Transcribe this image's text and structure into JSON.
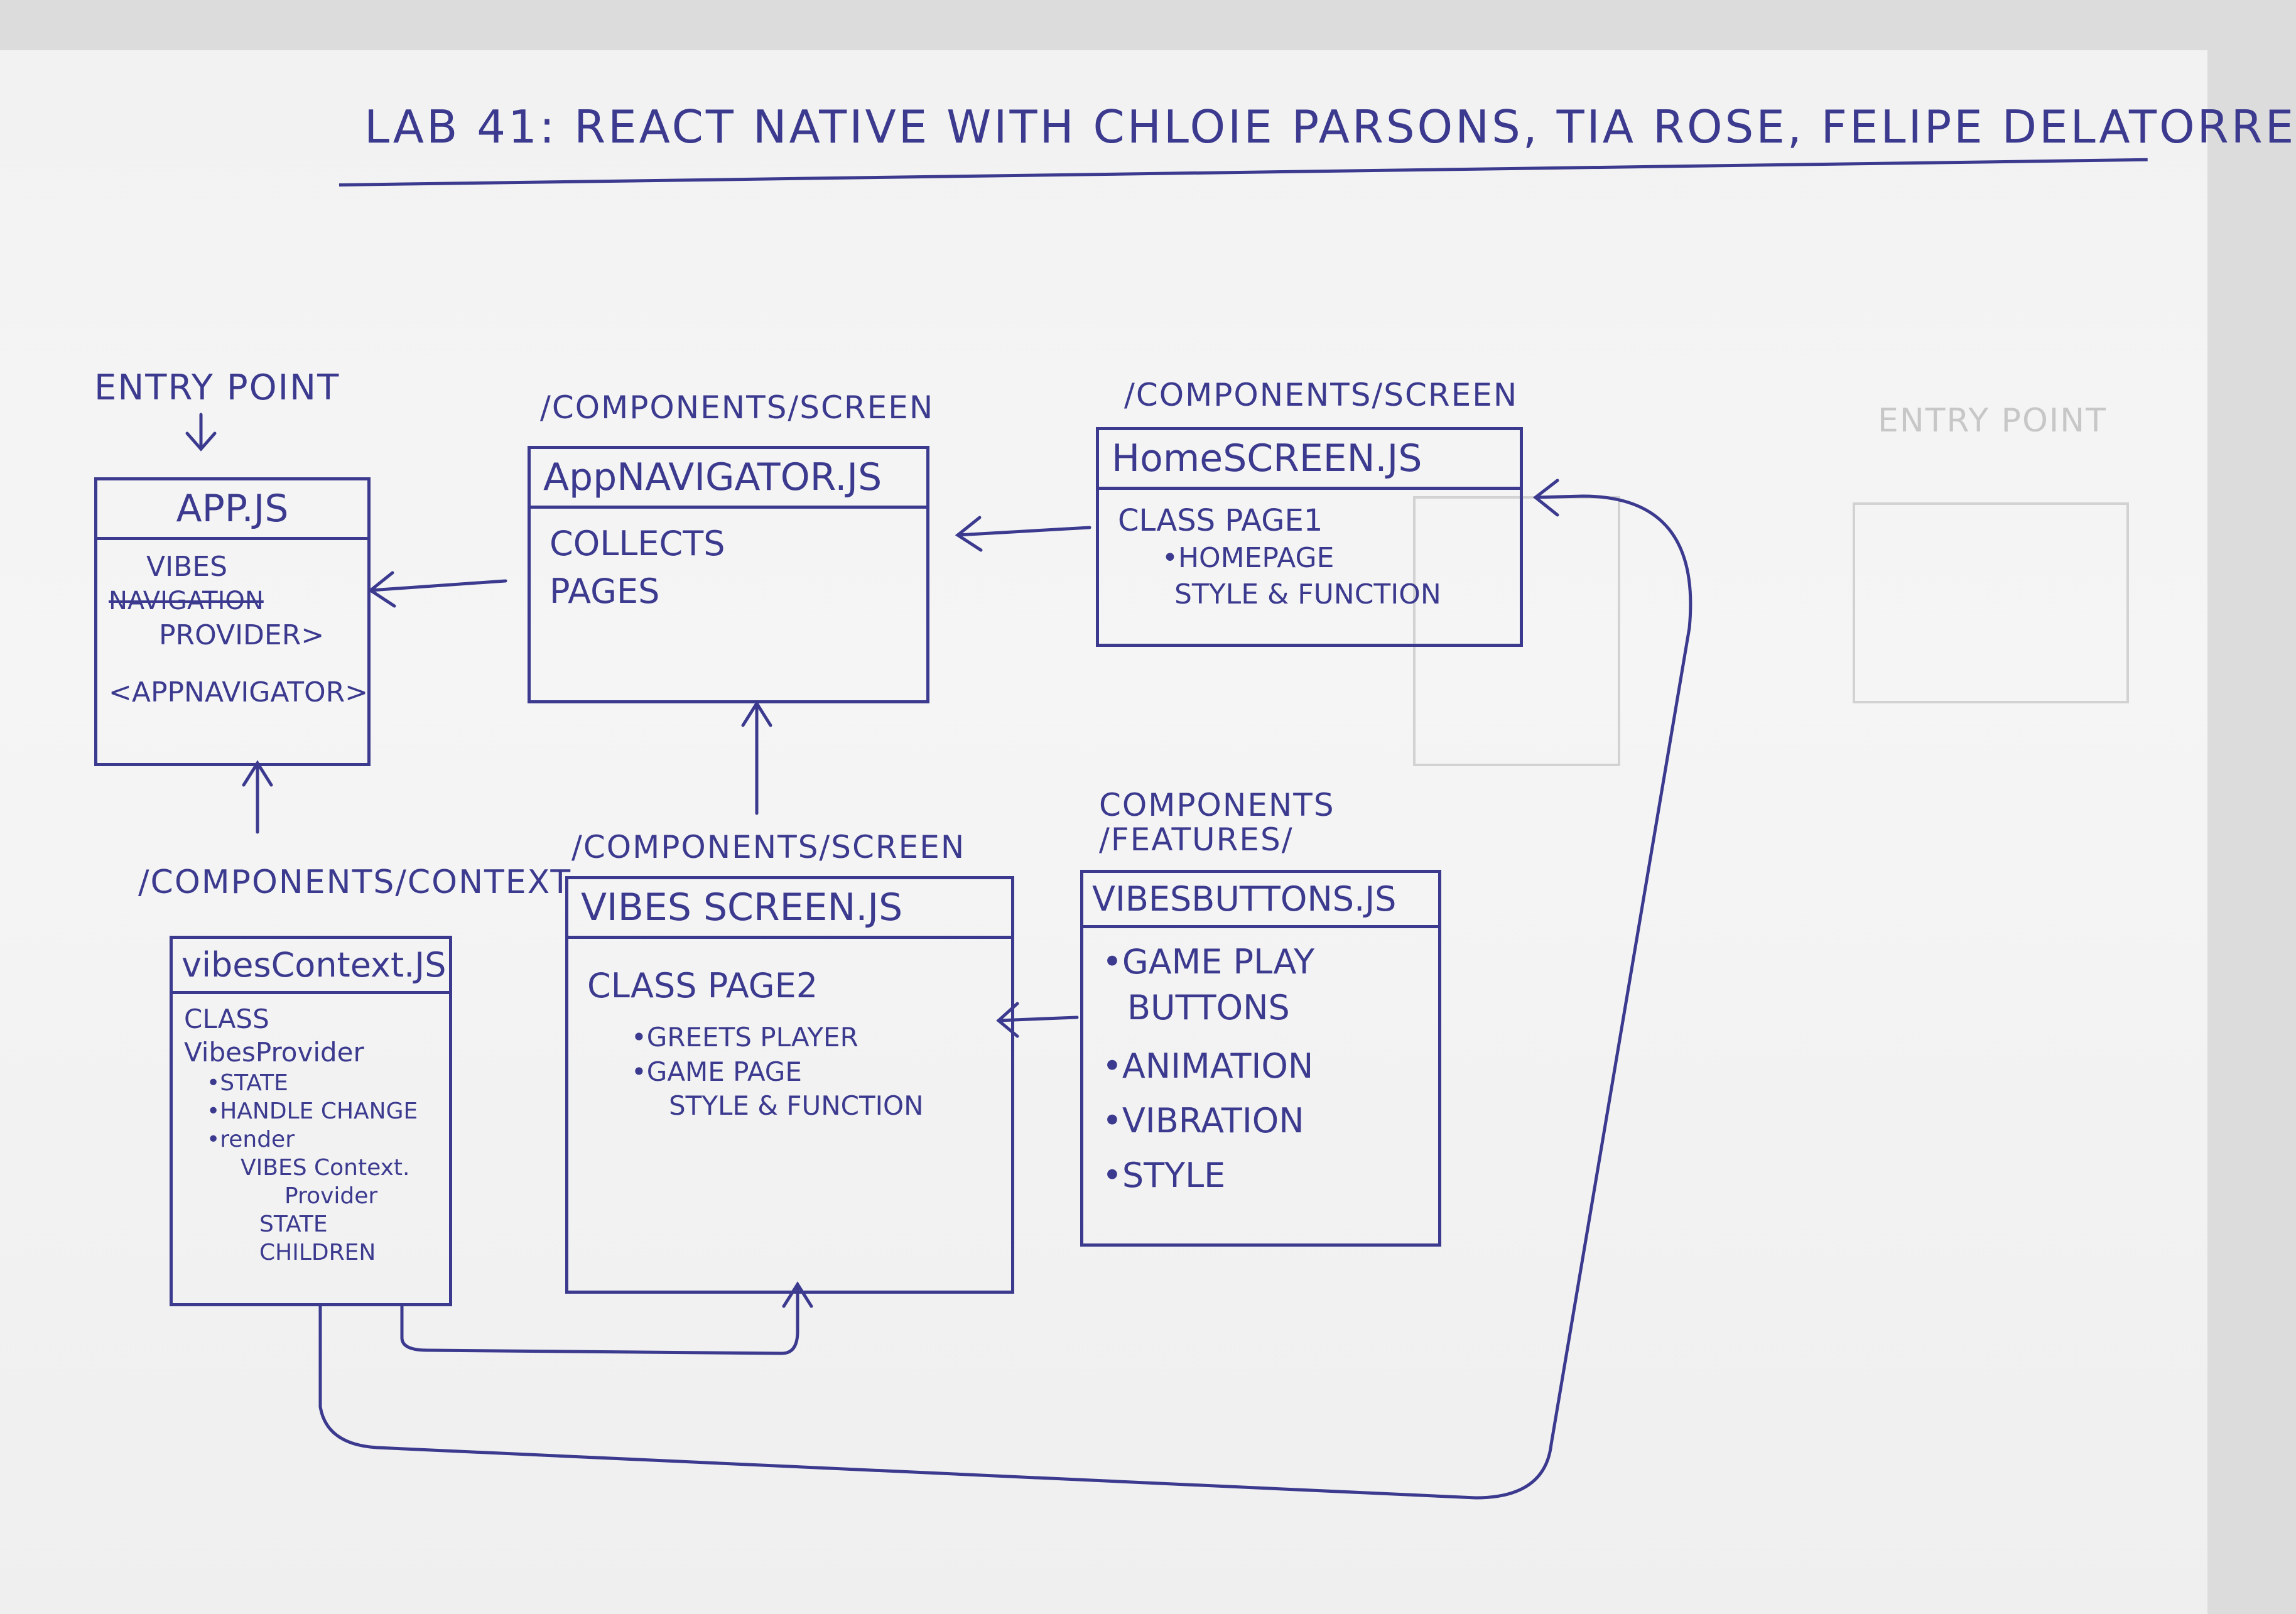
{
  "title": "LAB 41: REACT NATIVE   WITH CHLOIE PARSONS, TIA ROSE, FELIPE DELATORRE",
  "ink_color": "#3b3a8f",
  "entry_point_label": "ENTRY POINT",
  "nodes": {
    "app": {
      "file": "APP.JS",
      "lines": [
        "VIBES",
        "NAVIGATION",
        "PROVIDER>",
        "<APPNAVIGATOR>"
      ]
    },
    "app_navigator": {
      "path": "/COMPONENTS/SCREEN",
      "file": "AppNAVIGATOR.JS",
      "lines": [
        "COLLECTS",
        "PAGES"
      ]
    },
    "home_screen": {
      "path": "/COMPONENTS/SCREEN",
      "file": "HomeSCREEN.JS",
      "lines": [
        "CLASS PAGE1",
        "•HOMEPAGE",
        "STYLE & FUNCTION"
      ]
    },
    "vibes_context": {
      "path": "/COMPONENTS/CONTEXT",
      "file": "vibesContext.JS",
      "lines": [
        "CLASS VibesProvider",
        "•STATE",
        "•HANDLE CHANGE",
        "•render",
        "VIBES Context.",
        "Provider",
        "STATE",
        "CHILDREN"
      ]
    },
    "vibes_screen": {
      "path": "/COMPONENTS/SCREEN",
      "file": "VIBES SCREEN.JS",
      "lines": [
        "CLASS PAGE2",
        "•GREETS PLAYER",
        "•GAME PAGE",
        "STYLE & FUNCTION"
      ]
    },
    "vibes_buttons": {
      "path": "COMPONENTS /FEATURES/",
      "file": "VIBESBUTTONS.JS",
      "lines": [
        "•GAME PLAY",
        "BUTTONS",
        "•ANIMATION",
        "•VIBRATION",
        "•STYLE"
      ]
    }
  }
}
